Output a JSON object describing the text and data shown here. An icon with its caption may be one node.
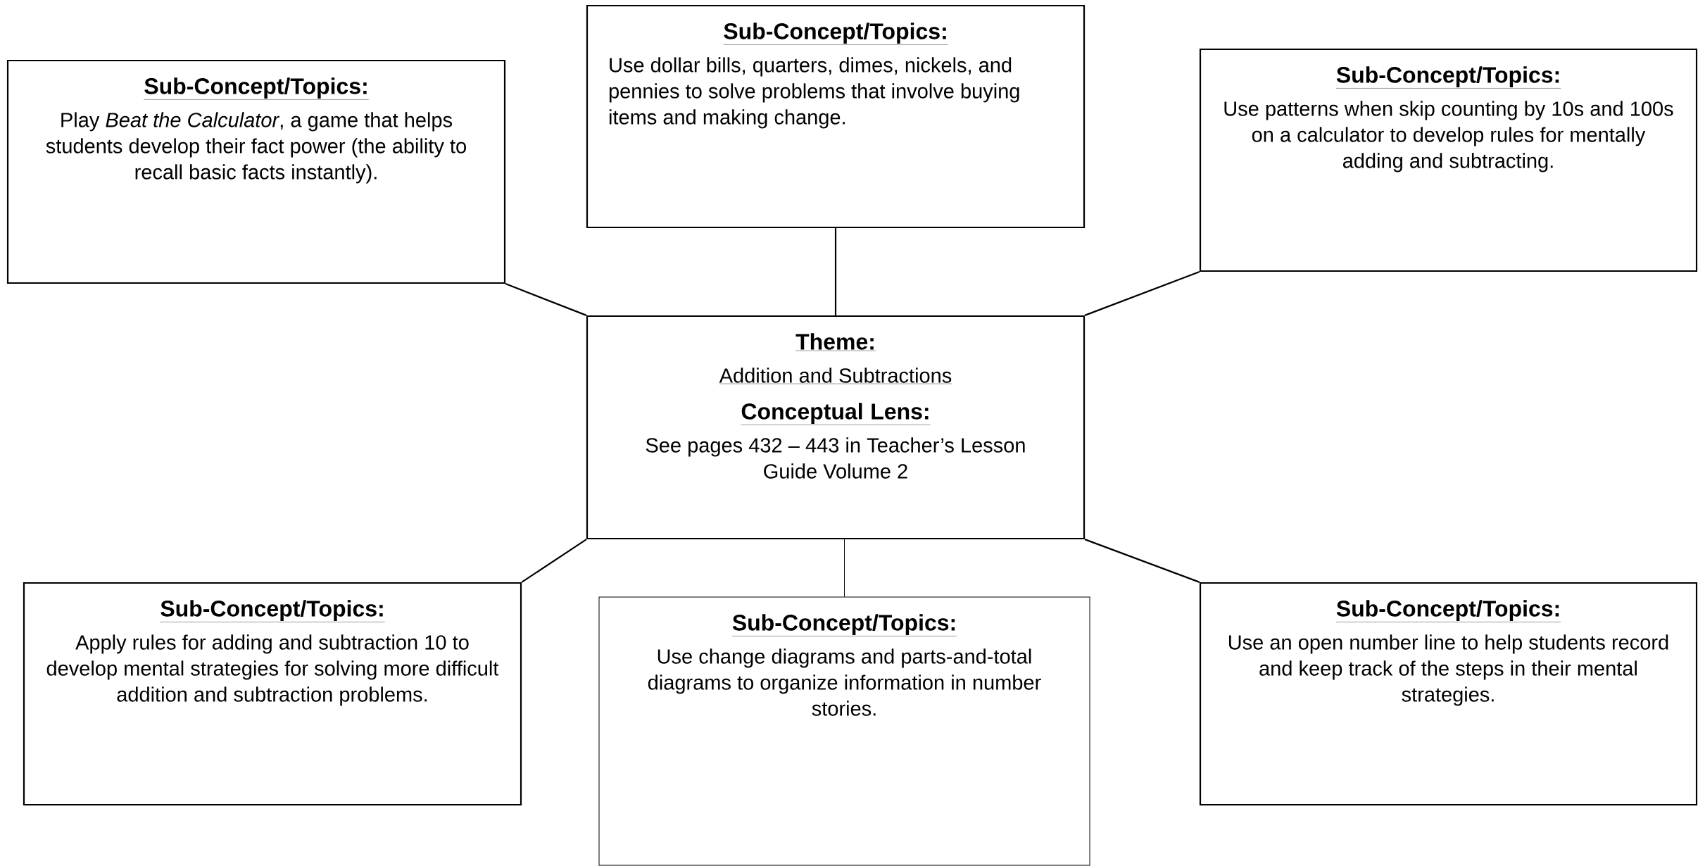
{
  "diagram": {
    "nodes": [
      {
        "text": [
          "Sub-Concept/Topics:",
          "Play *Beat the Calculator*, a game that helps students develop their fact power (the ability to recall basic facts instantly)."
        ]
      },
      {
        "text": [
          "Sub-Concept/Topics:",
          "Use dollar bills, quarters, dimes, nickels, and pennies to solve problems that involve buying items and making change."
        ]
      },
      {
        "text": [
          "Sub-Concept/Topics:",
          "Use patterns when skip counting by 10s and 100s on a calculator to develop rules for mentally adding and subtracting."
        ]
      },
      {
        "text": [
          "Theme:",
          "Addition and Subtractions",
          "Conceptual Lens:",
          "See pages 432 – 443 in Teacher’s Lesson Guide Volume 2"
        ]
      },
      {
        "text": [
          "Sub-Concept/Topics:",
          "Apply rules for adding and subtraction 10 to develop mental strategies for solving more difficult addition and subtraction problems."
        ]
      },
      {
        "text": [
          "Sub-Concept/Topics:",
          "Use change diagrams and parts-and-total diagrams to organize information in number stories."
        ]
      },
      {
        "text": [
          "Sub-Concept/Topics:",
          "Use an open number line to help students record and keep track of the steps in their mental strategies."
        ]
      }
    ],
    "edges": [
      {
        "from": 3,
        "to": 0,
        "arrow": "none"
      },
      {
        "from": 3,
        "to": 1,
        "arrow": "none"
      },
      {
        "from": 3,
        "to": 2,
        "arrow": "none"
      },
      {
        "from": 3,
        "to": 4,
        "arrow": "none"
      },
      {
        "from": 3,
        "to": 5,
        "arrow": "none"
      },
      {
        "from": 3,
        "to": 6,
        "arrow": "none"
      }
    ]
  }
}
